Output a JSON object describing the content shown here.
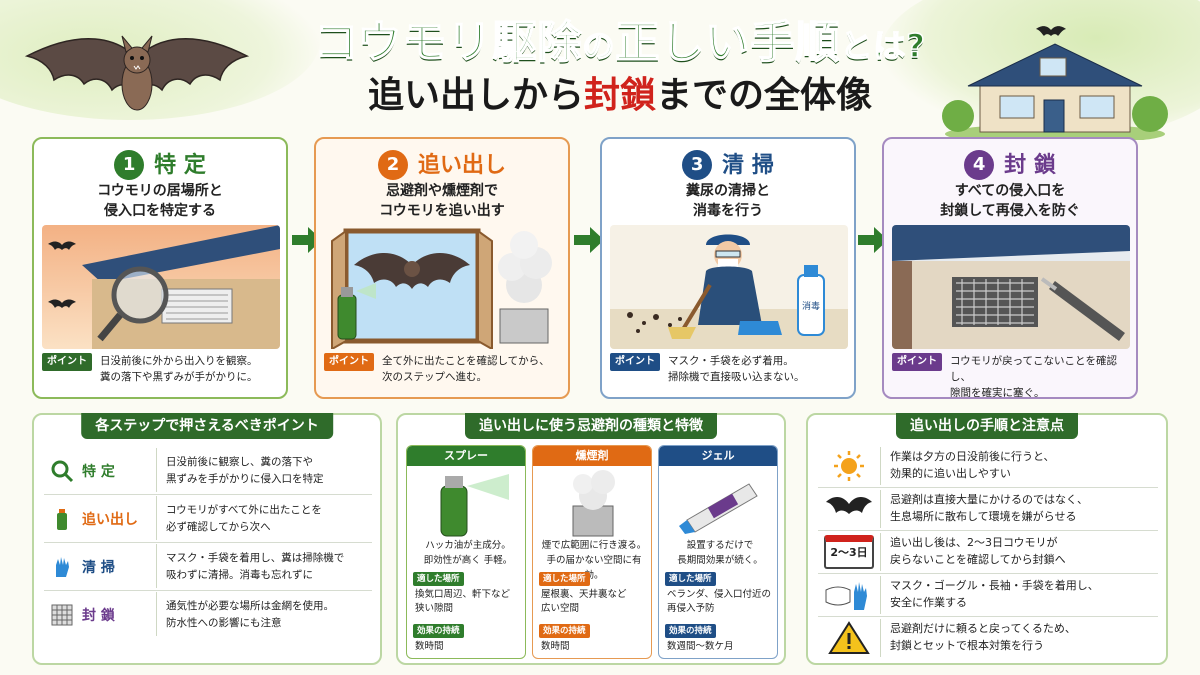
{
  "title": {
    "line1_a": "コウモリ駆除",
    "line1_b": "の",
    "line1_c": "正しい手順",
    "line1_d": "とは?",
    "line2_a": "追い出しから",
    "line2_b": "封鎖",
    "line2_c": "までの全体像"
  },
  "colors": {
    "green": "#2f7d2c",
    "orange": "#e06a14",
    "navy": "#1f4e86",
    "purple": "#6b3b8c",
    "red": "#d0231c",
    "dark_green": "#2f6b2a"
  },
  "steps": [
    {
      "num": "1",
      "title": "特 定",
      "desc1": "コウモリの居場所と",
      "desc2": "侵入口を特定する",
      "tag": "ポイント",
      "point1": "日没前後に外から出入りを観察。",
      "point2": "糞の落下や黒ずみが手がかりに。"
    },
    {
      "num": "2",
      "title": "追い出し",
      "desc1": "忌避剤や燻煙剤で",
      "desc2": "コウモリを追い出す",
      "tag": "ポイント",
      "point1": "全て外に出たことを確認してから、",
      "point2": "次のステップへ進む。"
    },
    {
      "num": "3",
      "title": "清 掃",
      "desc1": "糞尿の清掃と",
      "desc2": "消毒を行う",
      "tag": "ポイント",
      "point1": "マスク・手袋を必ず着用。",
      "point2": "掃除機で直接吸い込まない。",
      "bottle": "消毒"
    },
    {
      "num": "4",
      "title": "封 鎖",
      "desc1": "すべての侵入口を",
      "desc2": "封鎖して再侵入を防ぐ",
      "tag": "ポイント",
      "point1": "コウモリが戻ってこないことを確認し、",
      "point2": "隙間を確実に塞ぐ。"
    }
  ],
  "key_points": {
    "header": "各ステップで押さえるべきポイント",
    "rows": [
      {
        "label": "特 定",
        "icon": "magnifier-icon",
        "t1": "日没前後に観察し、糞の落下や",
        "t2": "黒ずみを手がかりに侵入口を特定"
      },
      {
        "label": "追い出し",
        "icon": "spray-can-icon",
        "t1": "コウモリがすべて外に出たことを",
        "t2": "必ず確認してから次へ"
      },
      {
        "label": "清 掃",
        "icon": "glove-icon",
        "t1": "マスク・手袋を着用し、糞は掃除機で",
        "t2": "吸わずに清掃。消毒も忘れずに"
      },
      {
        "label": "封 鎖",
        "icon": "wire-mesh-icon",
        "t1": "通気性が必要な場所は金網を使用。",
        "t2": "防水性への影響にも注意"
      }
    ]
  },
  "repellents": {
    "header": "追い出しに使う忌避剤の種類と特徴",
    "cols": [
      {
        "name": "スプレー",
        "d1": "ハッカ油が主成分。",
        "d2": "即効性が高く 手軽。",
        "place_tag": "適した場所",
        "p1": "換気口周辺、軒下など",
        "p2": "狭い隙間",
        "dur_tag": "効果の持続",
        "dur": "数時間"
      },
      {
        "name": "燻煙剤",
        "d1": "煙で広範囲に行き渡る。",
        "d2": "手の届かない空間に有効。",
        "place_tag": "適した場所",
        "p1": "屋根裏、天井裏など",
        "p2": "広い空間",
        "dur_tag": "効果の持続",
        "dur": "数時間"
      },
      {
        "name": "ジェル",
        "d1": "設置するだけで",
        "d2": "長期間効果が続く。",
        "place_tag": "適した場所",
        "p1": "ベランダ、侵入口付近の",
        "p2": "再侵入予防",
        "dur_tag": "効果の持続",
        "dur": "数週間〜数ケ月"
      }
    ]
  },
  "notes": {
    "header": "追い出しの手順と注意点",
    "calendar": "2〜3日",
    "rows": [
      {
        "icon": "sun-icon",
        "t1": "作業は夕方の日没前後に行うと、",
        "t2": "効果的に追い出しやすい"
      },
      {
        "icon": "bat-icon",
        "t1": "忌避剤は直接大量にかけるのではなく、",
        "t2": "生息場所に散布して環境を嫌がらせる"
      },
      {
        "icon": "calendar-icon",
        "t1": "追い出し後は、2〜3日コウモリが",
        "t2": "戻らないことを確認してから封鎖へ"
      },
      {
        "icon": "mask-glove-icon",
        "t1": "マスク・ゴーグル・長袖・手袋を着用し、",
        "t2": "安全に作業する"
      },
      {
        "icon": "warning-icon",
        "t1": "忌避剤だけに頼ると戻ってくるため、",
        "t2": "封鎖とセットで根本対策を行う"
      }
    ]
  }
}
